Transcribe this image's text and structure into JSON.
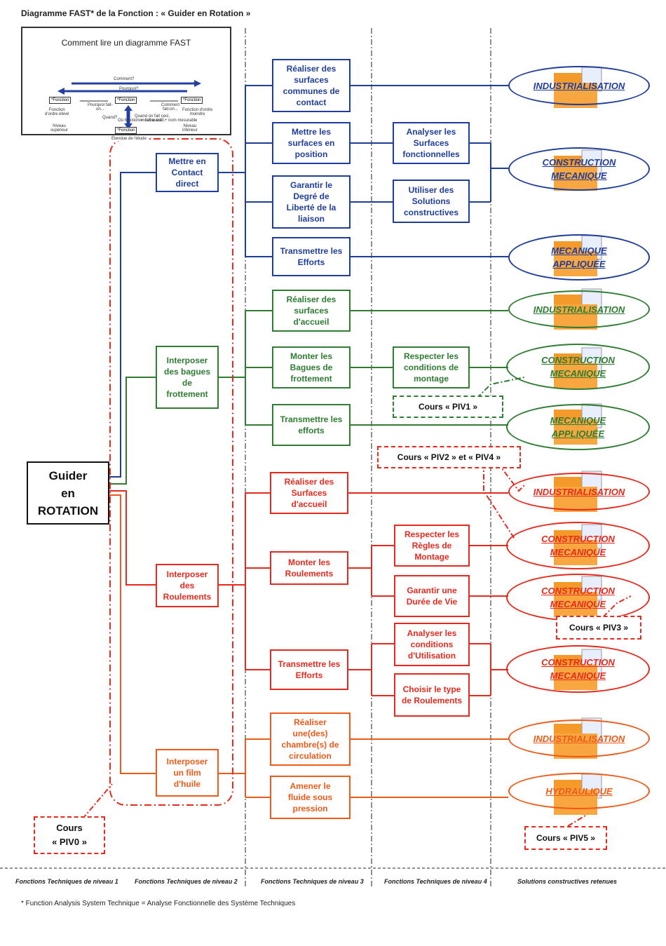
{
  "title": "Diagramme FAST* de la Fonction : « Guider en Rotation »",
  "legend": {
    "title": "Comment lire un diagramme FAST",
    "comment": "Comment?",
    "pourquoi": "Pourquoi?",
    "fonction": "*Fonction",
    "ordre_eleve": "Fonction\nd'ordre élevé",
    "ordre_moindre": "Fonction d'ordre\nmoindre",
    "niveau_sup": "Niveau\nsupérieur",
    "niveau_inf": "Niveau\ninférieur",
    "quand": "Quand?",
    "pourquoi_fait": "Pourquoi fait-\non...",
    "comment_fait": "Comment\nfait-on...",
    "quand_fait": "Quand on fait ceci,\non fait aussi...",
    "etendue": "Étendue de l'étude",
    "ou": "Où fonction = verbe actif + nom mesurable"
  },
  "root": "Guider\nen\nROTATION",
  "level2": [
    "Mettre en\nContact\ndirect",
    "Interposer\ndes bagues\nde\nfrottement",
    "Interposer\ndes\nRoulements",
    "Interposer\nun film\nd'huile"
  ],
  "level3": [
    "Réaliser des\nsurfaces\ncommunes de\ncontact",
    "Mettre les\nsurfaces en\nposition",
    "Garantir le\nDegré de\nLiberté de la\nliaison",
    "Transmettre les\nEfforts",
    "Réaliser des\nsurfaces\nd'accueil",
    "Monter les\nBagues de\nfrottement",
    "Transmettre les\nefforts",
    "Réaliser des\nSurfaces\nd'accueil",
    "Monter les\nRoulements",
    "Transmettre les\nEfforts",
    "Réaliser\nune(des)\nchambre(s) de\ncirculation",
    "Amener le\nfluide sous\npression"
  ],
  "level4": [
    "Analyser les\nSurfaces\nfonctionnelles",
    "Utiliser des\nSolutions\nconstructives",
    "Respecter les\nconditions de\nmontage",
    "Respecter les\nRègles de\nMontage",
    "Garantir une\nDurée de Vie",
    "Analyser les\nconditions\nd'Utilisation",
    "Choisir le type\nde Roulements"
  ],
  "solutions": [
    "INDUSTRIALISATION",
    "CONSTRUCTION\nMECANIQUE",
    "MECANIQUE\nAPPLIQUÉE",
    "INDUSTRIALISATION",
    "CONSTRUCTION\nMECANIQUE",
    "MECANIQUE\nAPPLIQUÉE",
    "INDUSTRIALISATION",
    "CONSTRUCTION\nMECANIQUE",
    "CONSTRUCTION\nMECANIQUE",
    "CONSTRUCTION\nMECANIQUE",
    "INDUSTRIALISATION",
    "HYDRAULIQUE"
  ],
  "cours": [
    "Cours « PIV1 »",
    "Cours « PIV2 » et « PIV4 »",
    "Cours « PIV3 »",
    "Cours « PIV5 »",
    "Cours\n« PIV0 »"
  ],
  "footer": [
    "Fonctions Techniques de niveau 1",
    "Fonctions Techniques de niveau 2",
    "Fonctions Techniques de niveau 3",
    "Fonctions Techniques de niveau 4",
    "Solutions constructives retenues"
  ],
  "footnote": "* Function Analysis System Technique = Analyse Fonctionnelle des Système Techniques",
  "colors": {
    "blue": "#1f3e9c",
    "green": "#2e7d32",
    "red": "#e8291d",
    "orange": "#ef5a18",
    "folder": "#f39a2b"
  }
}
